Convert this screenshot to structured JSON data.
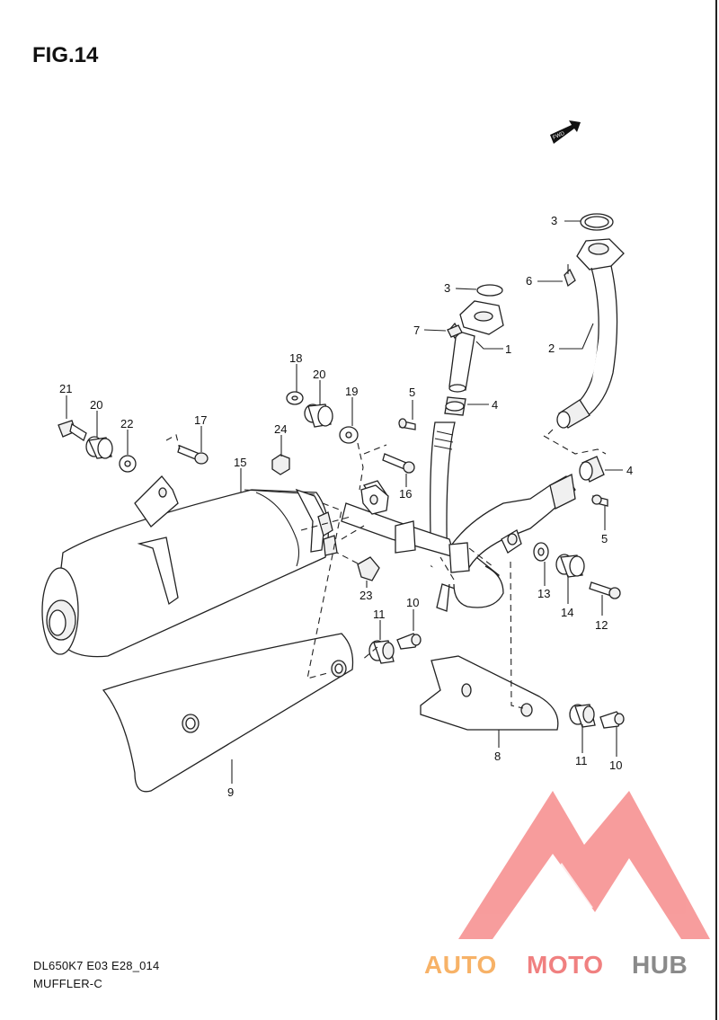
{
  "figure": {
    "title": "FIG.14",
    "fwd_label": "FWD"
  },
  "footer": {
    "model_code": "DL650K7 E03 E28_014",
    "section_name": "MUFFLER-C"
  },
  "callouts": [
    {
      "id": "c3a",
      "label": "3"
    },
    {
      "id": "c6",
      "label": "6"
    },
    {
      "id": "c2",
      "label": "2"
    },
    {
      "id": "c3b",
      "label": "3"
    },
    {
      "id": "c7",
      "label": "7"
    },
    {
      "id": "c1",
      "label": "1"
    },
    {
      "id": "c4a",
      "label": "4"
    },
    {
      "id": "c5a",
      "label": "5"
    },
    {
      "id": "c18",
      "label": "18"
    },
    {
      "id": "c20a",
      "label": "20"
    },
    {
      "id": "c19",
      "label": "19"
    },
    {
      "id": "c21",
      "label": "21"
    },
    {
      "id": "c20b",
      "label": "20"
    },
    {
      "id": "c22",
      "label": "22"
    },
    {
      "id": "c17",
      "label": "17"
    },
    {
      "id": "c24",
      "label": "24"
    },
    {
      "id": "c16",
      "label": "16"
    },
    {
      "id": "c15",
      "label": "15"
    },
    {
      "id": "c4b",
      "label": "4"
    },
    {
      "id": "c5b",
      "label": "5"
    },
    {
      "id": "c13",
      "label": "13"
    },
    {
      "id": "c14",
      "label": "14"
    },
    {
      "id": "c12",
      "label": "12"
    },
    {
      "id": "c23",
      "label": "23"
    },
    {
      "id": "c10a",
      "label": "10"
    },
    {
      "id": "c11a",
      "label": "11"
    },
    {
      "id": "c8",
      "label": "8"
    },
    {
      "id": "c11b",
      "label": "11"
    },
    {
      "id": "c10b",
      "label": "10"
    },
    {
      "id": "c9",
      "label": "9"
    }
  ],
  "watermark": {
    "part_a": "AUTO",
    "part_b": "MOTO",
    "part_c": "HUB",
    "color_a": "#F7B267",
    "color_b": "#F08080",
    "color_c": "#8A8A8A",
    "logo_color": "#F25C5C"
  }
}
